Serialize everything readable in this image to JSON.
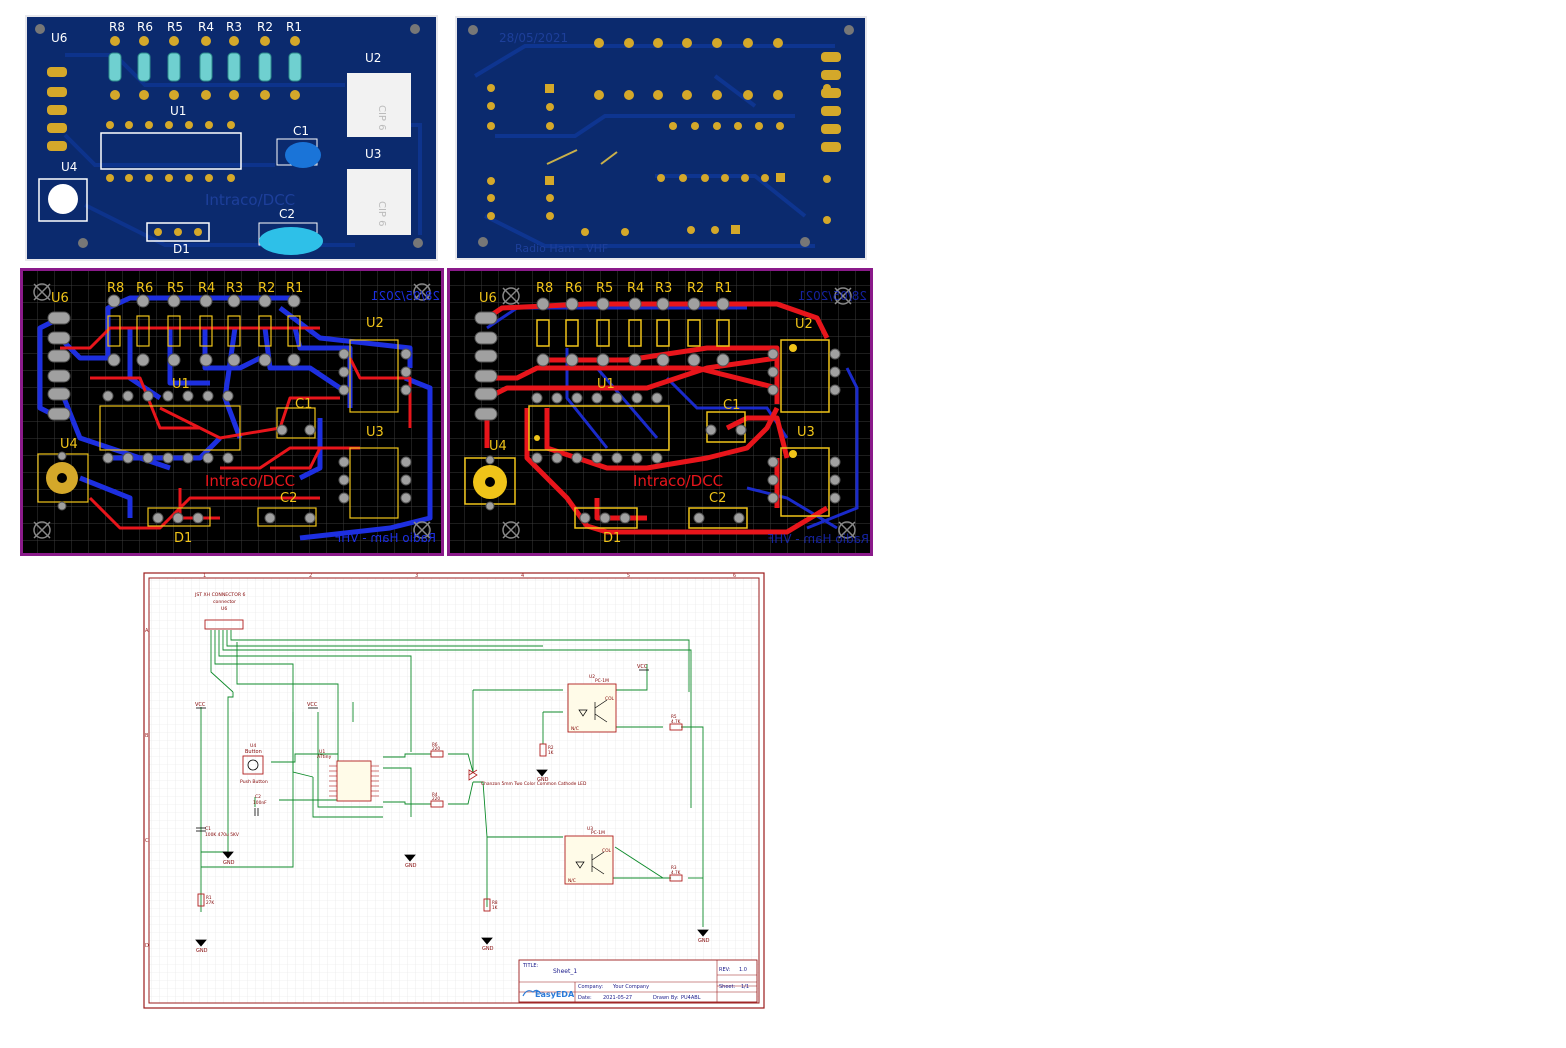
{
  "board": {
    "refs_resistors": [
      "R8",
      "R6",
      "R5",
      "R4",
      "R3",
      "R2",
      "R1"
    ],
    "ref_u6": "U6",
    "ref_u1": "U1",
    "ref_u2": "U2",
    "ref_u3": "U3",
    "ref_u4": "U4",
    "ref_c1": "C1",
    "ref_c2": "C2",
    "ref_d1": "D1",
    "brand_text": "Intraco/DCC",
    "date_text": "28/05/2021",
    "date_text_2d": "28/05/2021",
    "footer_text": "Radio Ham - VHF",
    "ic_marking": "CIP 6"
  },
  "schematic": {
    "connector_title": "JST XH CONNECTOR 6",
    "connector_sub": "connector",
    "connector_ref": "U6",
    "vcc": "VCC",
    "gnd": "GND",
    "button_ref": "U4",
    "button_name": "Button",
    "button_label": "Push Button",
    "cap_c2_ref": "C2",
    "cap_c2_val": "100nF",
    "cap_c1_ref": "C1",
    "cap_c1_val": "100K 470u 5KV",
    "ic_u1_ref": "U1",
    "ic_u1_val": "ATtiny",
    "r_r1_ref": "R1",
    "r_r1_val": "27K",
    "r_r6_ref": "R6",
    "r_r6_val": "220",
    "r_r4_ref": "R4",
    "r_r4_val": "220",
    "r_r5_ref": "R5",
    "r_r5_val": "4.7K",
    "r_r3_ref": "R3",
    "r_r3_val": "4.7K",
    "r_r2_ref": "R2",
    "r_r2_val": "1K",
    "r_r8_ref": "R8",
    "r_r8_val": "1K",
    "opto_u2_ref": "U2",
    "opto_u2_val": "PC-1M",
    "opto_u3_ref": "U3",
    "opto_u3_val": "PC-1M",
    "opto_col": "COL",
    "opto_nc": "N/C",
    "led_label": "Chanzon 5mm Two Color Common Cathode LED",
    "tb_title_label": "TITLE:",
    "tb_title": "Sheet_1",
    "tb_rev_label": "REV:",
    "tb_rev": "1.0",
    "tb_company_label": "Company:",
    "tb_company": "Your Company",
    "tb_sheet_label": "Sheet:",
    "tb_sheet": "1/1",
    "tb_date_label": "Date:",
    "tb_date": "2021-05-27",
    "tb_drawn_label": "Drawn By:",
    "tb_drawn": "PU4ABL",
    "tb_logo": "EasyEDA",
    "col_numbers": [
      "1",
      "2",
      "3",
      "4",
      "5",
      "6"
    ],
    "row_letters": [
      "A",
      "B",
      "C",
      "D"
    ]
  },
  "colors": {
    "board_blue": "#0b2a6e",
    "copper_top": "#e8151b",
    "copper_bottom": "#1d2fe0",
    "silk": "#f0c419",
    "pad": "#a0a0a0",
    "outline": "#8a1a8a",
    "frame": "#9b1c1c"
  }
}
